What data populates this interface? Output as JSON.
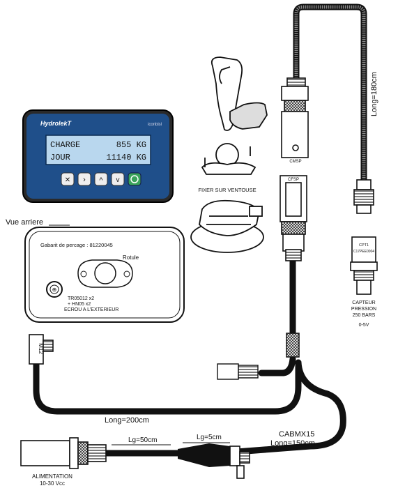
{
  "display": {
    "brand": "HydrolekT",
    "brand_right": "iconbisl",
    "row1_label": "CHARGE",
    "row1_value": "855 KG",
    "row2_label": "JOUR",
    "row2_value": "11140 KG"
  },
  "rear_view": {
    "title": "Vue arriere",
    "template": "Gabarit de percage : 81220045",
    "rotule": "Rotule",
    "screw1": "TR05012 x2",
    "screw2": "+ HN05 x2",
    "nut": "ECROU A L'EXTERIEUR"
  },
  "mount": {
    "label": "FIXER SUR VENTOUSE"
  },
  "connectors": {
    "top": "CMSP",
    "bottom": "CFSP",
    "m12": "M12"
  },
  "cables": {
    "sensor_cable_length": "Long=180cm",
    "main_cable_length": "Long=200cm",
    "lg50": "Lg=50cm",
    "lg5": "Lg=5cm",
    "cabmx_name": "CABMX15",
    "cabmx_length": "Long=150cm"
  },
  "sensor": {
    "tag1": "CPT1",
    "tag2": "C17PEE0004",
    "caption1": "CAPTEUR",
    "caption2": "PRESSION",
    "caption3": "250 BARS",
    "caption4": "0-5V"
  },
  "power": {
    "caption1": "ALIMENTATION",
    "caption2": "10-30 Vcc"
  },
  "colors": {
    "screen": "#b9d7ee",
    "panel": "#1f4f8a",
    "button_green": "#3aa35a",
    "cable": "#111111"
  }
}
